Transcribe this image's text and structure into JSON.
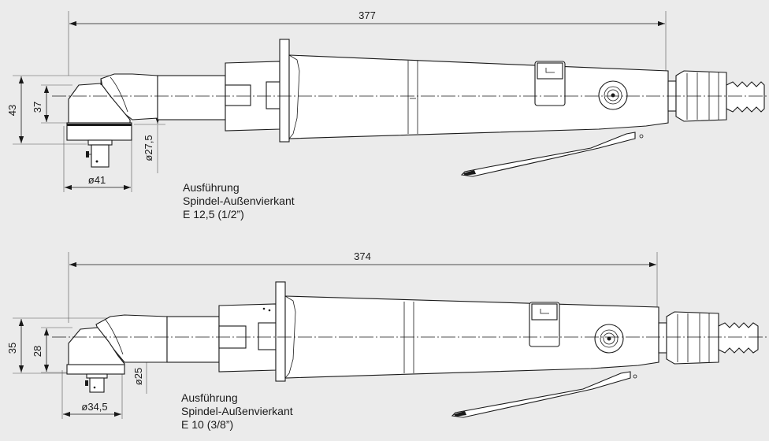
{
  "tools": [
    {
      "overall_length": "377",
      "dim_outer_height": "43",
      "dim_inner_height": "37",
      "dim_neck_diameter": "ø27,5",
      "dim_head_diameter": "ø41",
      "caption": [
        "Ausführung",
        "Spindel-Außenvierkant",
        "E 12,5 (1/2”)"
      ]
    },
    {
      "overall_length": "374",
      "dim_outer_height": "35",
      "dim_inner_height": "28",
      "dim_neck_diameter": "ø25",
      "dim_head_diameter": "ø34,5",
      "caption": [
        "Ausführung",
        "Spindel-Außenvierkant",
        "E 10 (3/8”)"
      ]
    }
  ]
}
